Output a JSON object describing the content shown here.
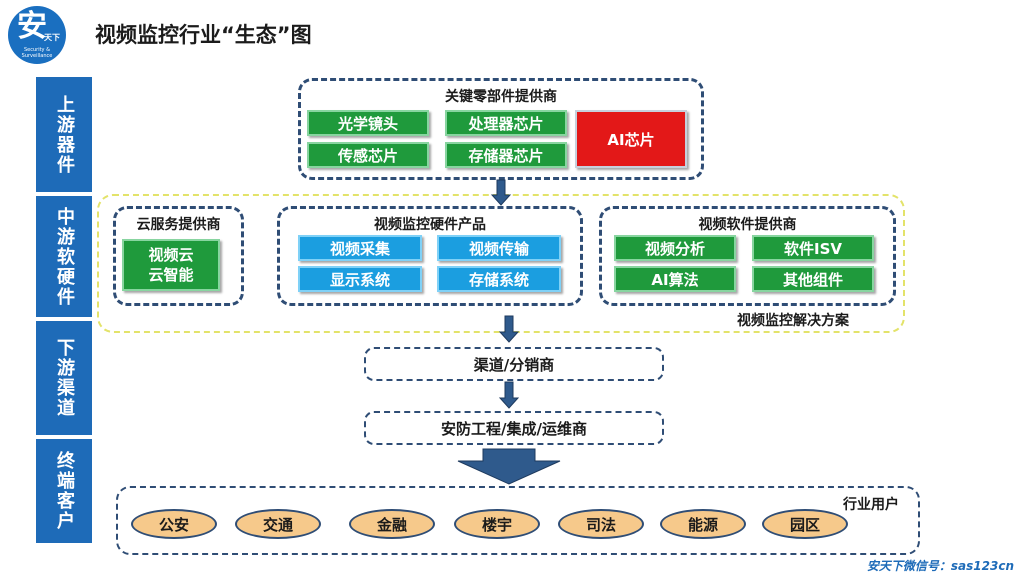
{
  "logo": {
    "char": "安",
    "small": "天下",
    "sub": "Security & Surveillance"
  },
  "title": "视频监控行业“生态”图",
  "sidebar": [
    "上游器件",
    "中游软硬件",
    "下游渠道",
    "终端客户"
  ],
  "upstream": {
    "label": "关键零部件提供商",
    "items": [
      "光学镜头",
      "处理器芯片",
      "传感芯片",
      "存储器芯片"
    ],
    "ai_chip": "AI芯片"
  },
  "midstream": {
    "cloud": {
      "label": "云服务提供商",
      "item": "视频云\n云智能"
    },
    "hardware": {
      "label": "视频监控硬件产品",
      "items": [
        "视频采集",
        "视频传输",
        "显示系统",
        "存储系统"
      ]
    },
    "software": {
      "label": "视频软件提供商",
      "items": [
        "视频分析",
        "软件ISV",
        "AI算法",
        "其他组件"
      ]
    },
    "solution_label": "视频监控解决方案"
  },
  "downstream": {
    "channel": "渠道/分销商",
    "integrator": "安防工程/集成/运维商"
  },
  "customers": {
    "label": "行业用户",
    "items": [
      "公安",
      "交通",
      "金融",
      "楼宇",
      "司法",
      "能源",
      "园区"
    ]
  },
  "footer": "安天下微信号：sas123cn",
  "colors": {
    "sidebar": "#1e6bb8",
    "green": "#1f9a3c",
    "blue": "#1b9ee0",
    "red": "#e31818",
    "pill": "#f6c98b",
    "dash": "#2f4d75"
  }
}
